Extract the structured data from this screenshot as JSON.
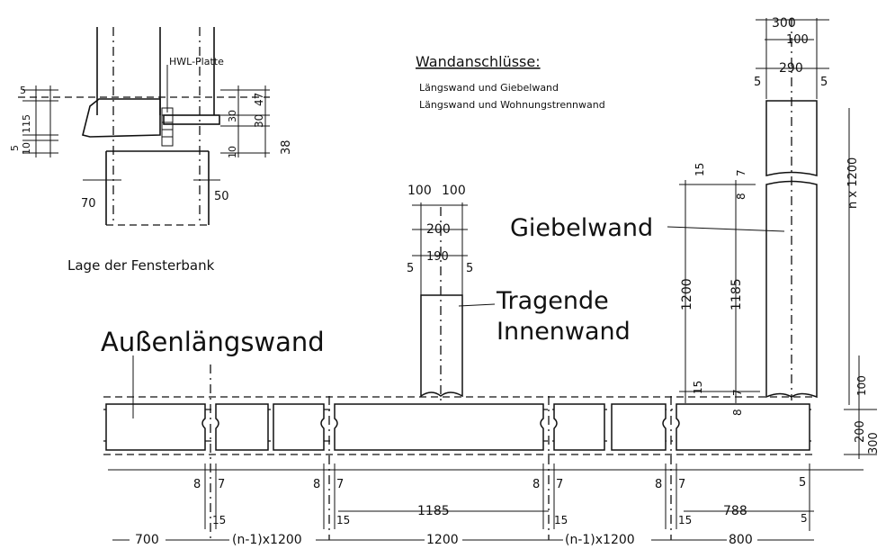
{
  "title": "Wandanschlüsse:",
  "subtitle_lines": [
    "Längswand und Giebelwand",
    "Längswand und Wohnungstrennwand"
  ],
  "wall_labels": {
    "outer": "Außenlängswand",
    "gable": "Giebelwand",
    "inner_line1": "Tragende",
    "inner_line2": "Innenwand"
  },
  "detail": {
    "caption": "Lage der Fensterbank",
    "hwl": "HWL-Platte",
    "dims": [
      "5",
      "115",
      "5",
      "10",
      "70",
      "30",
      "30",
      "47",
      "10",
      "38",
      "50"
    ]
  },
  "dimensions": {
    "inner_top": [
      "100",
      "100",
      "200",
      "190",
      "5",
      "5"
    ],
    "gable_top": [
      "300",
      "100",
      "290",
      "5",
      "5",
      "n x 1200"
    ],
    "gable_side": [
      "15",
      "8",
      "7",
      "1200",
      "1185",
      "15",
      "8",
      "7",
      "100",
      "200",
      "300"
    ],
    "bottom_joints": [
      "8",
      "7",
      "8",
      "7",
      "8",
      "7",
      "8",
      "7",
      "5"
    ],
    "bottom_15": [
      "15",
      "15",
      "15",
      "15",
      "5"
    ],
    "bottom_row": [
      "700",
      "(n-1)x1200",
      "1200",
      "(n-1)x1200",
      "800"
    ],
    "bottom_mid": [
      "1185",
      "788"
    ]
  }
}
